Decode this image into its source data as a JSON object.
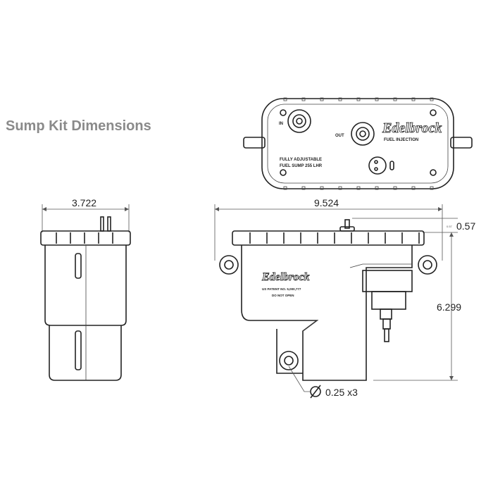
{
  "title": "Sump Kit Dimensions",
  "top_view": {
    "port_in": "IN",
    "port_out": "OUT",
    "brand": "Edelbrock",
    "brand_sub": "FUEL INJECTION",
    "label_line1": "FULLY ADJUSTABLE",
    "label_line2": "FUEL SUMP 255 LHR"
  },
  "side_view": {
    "width_dim": "3.722"
  },
  "front_view": {
    "width_dim": "9.524",
    "height_dim": "6.299",
    "lid_dim": "0.57",
    "lid_dim_small": "0.57",
    "hole_dim": "0.25 x3",
    "brand": "Edelbrock",
    "patent": "US PATENT NO. 5,000,777",
    "warning": "DO NOT OPEN"
  }
}
